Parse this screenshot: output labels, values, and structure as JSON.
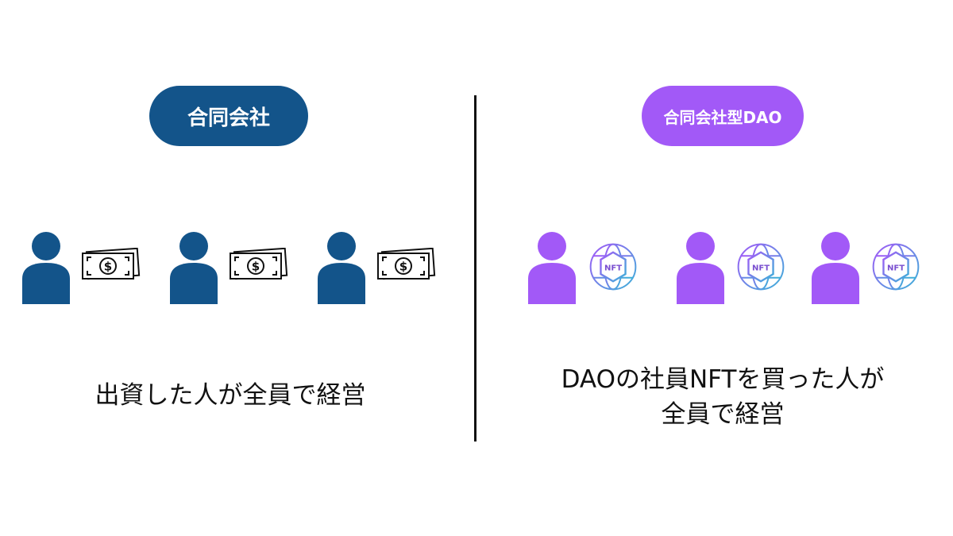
{
  "left": {
    "badge_label": "合同会社",
    "caption": "出資した人が全員で経営",
    "color": "#13548a",
    "members": 3,
    "asset_icon": "dollar-bill-icon"
  },
  "right": {
    "badge_label": "合同会社型DAO",
    "caption_line1": "DAOの社員NFTを買った人が",
    "caption_line2": "全員で経営",
    "color": "#a259f7",
    "members": 3,
    "asset_icon": "nft-globe-icon",
    "nft_label": "NFT"
  }
}
